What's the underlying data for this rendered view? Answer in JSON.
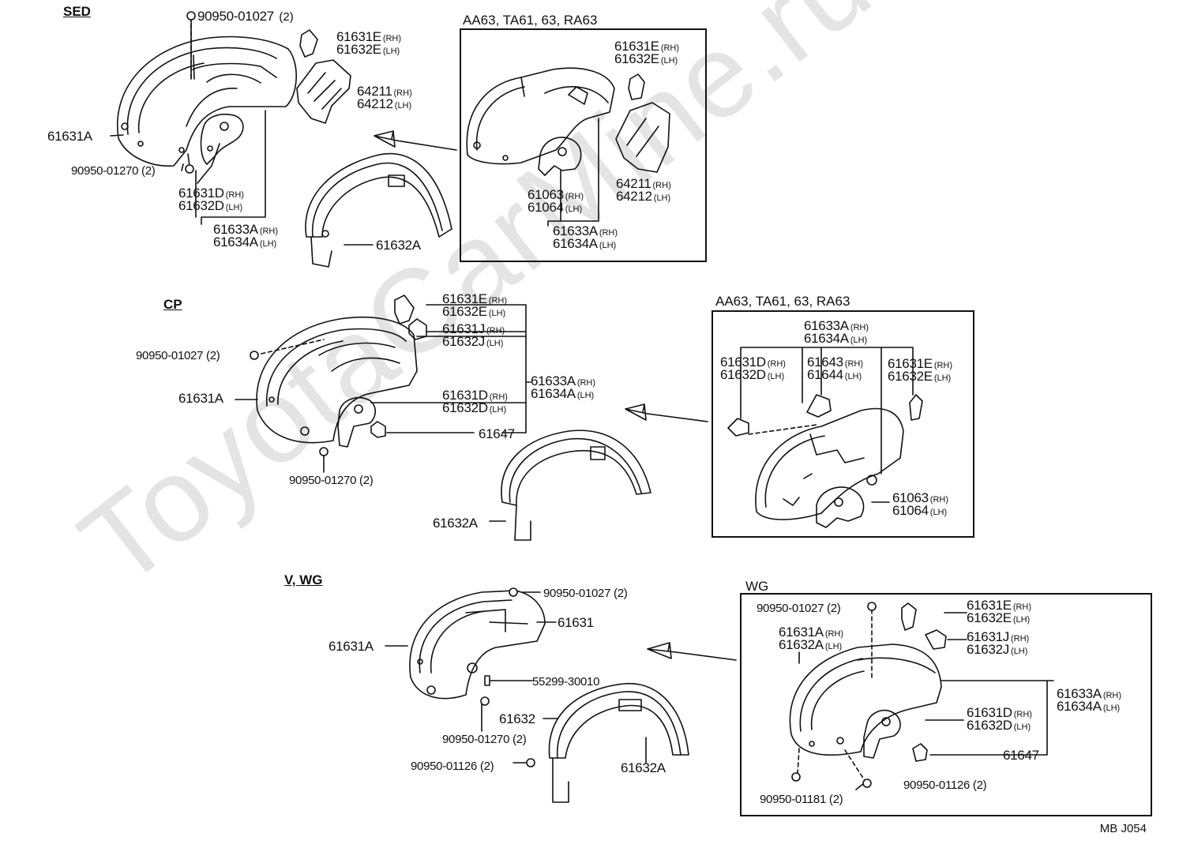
{
  "watermark": "ToyotaCarMine.ru",
  "diagram_code": "MB  J054",
  "sections": {
    "sed": "SED",
    "cp": "CP",
    "vwg": "V, WG"
  },
  "boxes": {
    "sed_variant": "AA63, TA61, 63, RA63",
    "cp_variant": "AA63, TA61, 63, RA63",
    "wg_variant": "WG"
  },
  "labels": {
    "sed": [
      {
        "code": "90950-01027",
        "suffix": "(2)"
      },
      {
        "code": "61631E",
        "suffix": "(RH)"
      },
      {
        "code": "61632E",
        "suffix": "(LH)"
      },
      {
        "code": "64211",
        "suffix": "(RH)"
      },
      {
        "code": "64212",
        "suffix": "(LH)"
      },
      {
        "code": "61631A",
        "suffix": ""
      },
      {
        "code": "90950-01270",
        "suffix": "(2)"
      },
      {
        "code": "61631D",
        "suffix": "(RH)"
      },
      {
        "code": "61632D",
        "suffix": "(LH)"
      },
      {
        "code": "61633A",
        "suffix": "(RH)"
      },
      {
        "code": "61634A",
        "suffix": "(LH)"
      },
      {
        "code": "61632A",
        "suffix": ""
      }
    ],
    "sed_box": [
      {
        "code": "61631E",
        "suffix": "(RH)"
      },
      {
        "code": "61632E",
        "suffix": "(LH)"
      },
      {
        "code": "64211",
        "suffix": "(RH)"
      },
      {
        "code": "64212",
        "suffix": "(LH)"
      },
      {
        "code": "61063",
        "suffix": "(RH)"
      },
      {
        "code": "61064",
        "suffix": "(LH)"
      },
      {
        "code": "61633A",
        "suffix": "(RH)"
      },
      {
        "code": "61634A",
        "suffix": "(LH)"
      }
    ],
    "cp": [
      {
        "code": "61631E",
        "suffix": "(RH)"
      },
      {
        "code": "61632E",
        "suffix": "(LH)"
      },
      {
        "code": "61631J",
        "suffix": "(RH)"
      },
      {
        "code": "61632J",
        "suffix": "(LH)"
      },
      {
        "code": "90950-01027",
        "suffix": "(2)"
      },
      {
        "code": "61633A",
        "suffix": "(RH)"
      },
      {
        "code": "61634A",
        "suffix": "(LH)"
      },
      {
        "code": "61631A",
        "suffix": ""
      },
      {
        "code": "61631D",
        "suffix": "(RH)"
      },
      {
        "code": "61632D",
        "suffix": "(LH)"
      },
      {
        "code": "61647",
        "suffix": ""
      },
      {
        "code": "90950-01270",
        "suffix": "(2)"
      },
      {
        "code": "61632A",
        "suffix": ""
      }
    ],
    "cp_box": [
      {
        "code": "61633A",
        "suffix": "(RH)"
      },
      {
        "code": "61634A",
        "suffix": "(LH)"
      },
      {
        "code": "61631D",
        "suffix": "(RH)"
      },
      {
        "code": "61632D",
        "suffix": "(LH)"
      },
      {
        "code": "61643",
        "suffix": "(RH)"
      },
      {
        "code": "61644",
        "suffix": "(LH)"
      },
      {
        "code": "61631E",
        "suffix": "(RH)"
      },
      {
        "code": "61632E",
        "suffix": "(LH)"
      },
      {
        "code": "61063",
        "suffix": "(RH)"
      },
      {
        "code": "61064",
        "suffix": "(LH)"
      }
    ],
    "vwg": [
      {
        "code": "90950-01027",
        "suffix": "(2)"
      },
      {
        "code": "61631",
        "suffix": ""
      },
      {
        "code": "61631A",
        "suffix": ""
      },
      {
        "code": "55299-30010",
        "suffix": ""
      },
      {
        "code": "61632",
        "suffix": ""
      },
      {
        "code": "90950-01270",
        "suffix": "(2)"
      },
      {
        "code": "90950-01126",
        "suffix": "(2)"
      },
      {
        "code": "61632A",
        "suffix": ""
      }
    ],
    "wg_box": [
      {
        "code": "90950-01027",
        "suffix": "(2)"
      },
      {
        "code": "61631E",
        "suffix": "(RH)"
      },
      {
        "code": "61632E",
        "suffix": "(LH)"
      },
      {
        "code": "61631A",
        "suffix": "(RH)"
      },
      {
        "code": "61632A",
        "suffix": "(LH)"
      },
      {
        "code": "61631J",
        "suffix": "(RH)"
      },
      {
        "code": "61632J",
        "suffix": "(LH)"
      },
      {
        "code": "61633A",
        "suffix": "(RH)"
      },
      {
        "code": "61634A",
        "suffix": "(LH)"
      },
      {
        "code": "61631D",
        "suffix": "(RH)"
      },
      {
        "code": "61632D",
        "suffix": "(LH)"
      },
      {
        "code": "61647",
        "suffix": ""
      },
      {
        "code": "90950-01126",
        "suffix": "(2)"
      },
      {
        "code": "90950-01181",
        "suffix": "(2)"
      }
    ]
  }
}
